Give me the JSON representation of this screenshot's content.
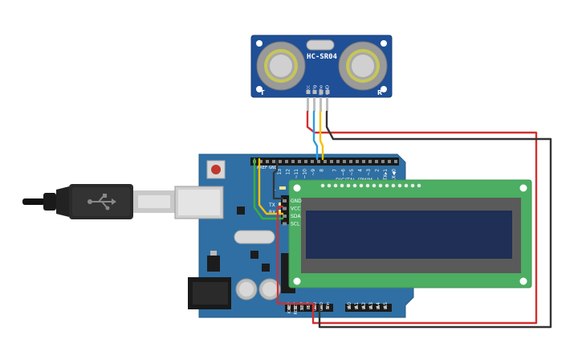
{
  "sensor": {
    "model": "HC-SR04",
    "left_mark": "T",
    "right_mark": "R",
    "pins": [
      "Vcc",
      "Trig",
      "Echo",
      "GND"
    ]
  },
  "arduino": {
    "aref": "AREF",
    "gnd": "GND",
    "digital_pins": [
      "13",
      "12",
      "~11",
      "~10",
      "~9",
      "8",
      "7",
      "~6",
      "~5",
      "4",
      "~3",
      "2",
      "TX▸1",
      "RX◀0"
    ],
    "digital_label": "DIGITAL (PWM~)",
    "led_label": "L",
    "tx_label": "TX",
    "rx_label": "RX",
    "power_pins": [
      "IOREF",
      "RESET",
      "3.3V",
      "5V",
      "GND",
      "GND",
      "Vin"
    ],
    "analog_pins": [
      "A0",
      "A1",
      "A2",
      "A3",
      "A4",
      "A5"
    ]
  },
  "lcd": {
    "pins": [
      "GND",
      "VCC",
      "SDA",
      "SCL"
    ]
  },
  "colors": {
    "vcc_wire": "#d32f2f",
    "gnd_wire": "#333333",
    "trig_wire": "#2e9be0",
    "echo_wire": "#f2c200",
    "sda_wire": "#f2c200",
    "scl_wire": "#3cae3c",
    "board": "#2f6fa3",
    "lcd_board": "#4cae62",
    "lcd_screen": "#1f2f55",
    "sensor_board": "#1f4f96"
  }
}
